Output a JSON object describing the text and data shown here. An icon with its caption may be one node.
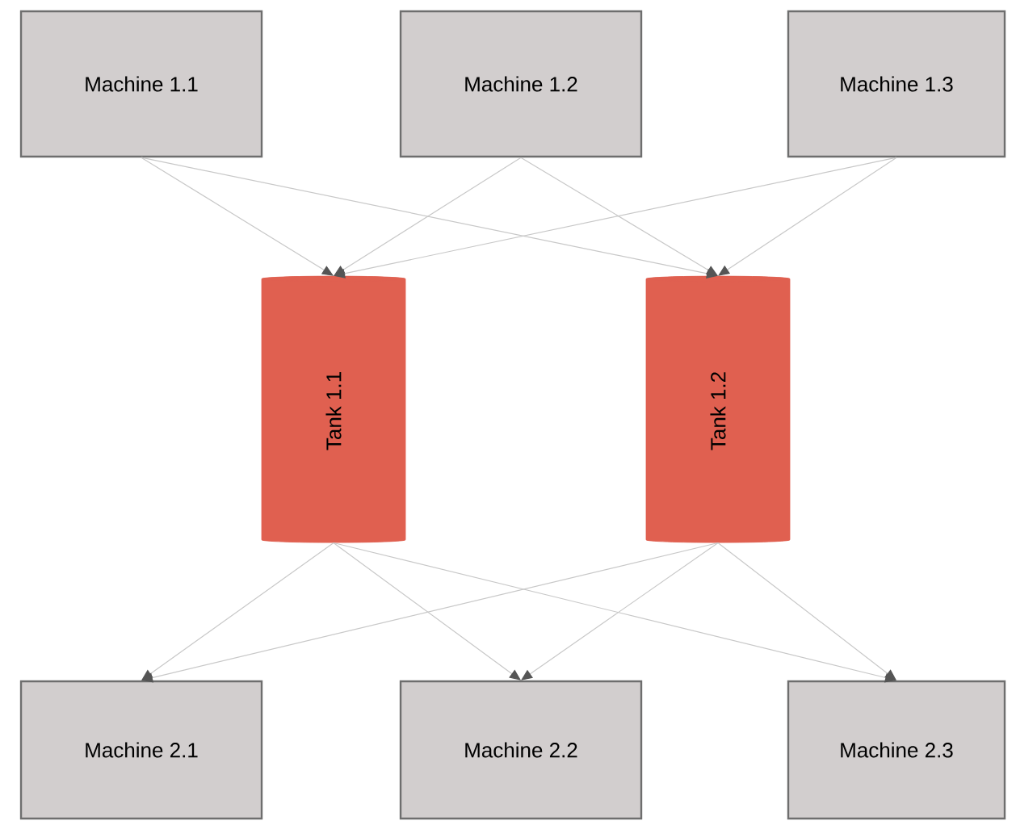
{
  "diagram": {
    "nodes": [
      {
        "text": [
          "Machine 1.1"
        ]
      },
      {
        "text": [
          "Machine 1.2"
        ]
      },
      {
        "text": [
          "Machine 1.3"
        ]
      },
      {
        "text": [
          "Tank 1.1"
        ]
      },
      {
        "text": [
          "Tank 1.2"
        ]
      },
      {
        "text": [
          "Machine 2.1"
        ]
      },
      {
        "text": [
          "Machine 2.2"
        ]
      },
      {
        "text": [
          "Machine 2.3"
        ]
      }
    ],
    "edges": [
      {
        "from": 0,
        "to": 3,
        "arrow": "to"
      },
      {
        "from": 0,
        "to": 4,
        "arrow": "to"
      },
      {
        "from": 1,
        "to": 3,
        "arrow": "to"
      },
      {
        "from": 1,
        "to": 4,
        "arrow": "to"
      },
      {
        "from": 2,
        "to": 3,
        "arrow": "to"
      },
      {
        "from": 2,
        "to": 4,
        "arrow": "to"
      },
      {
        "from": 3,
        "to": 5,
        "arrow": "to"
      },
      {
        "from": 3,
        "to": 6,
        "arrow": "to"
      },
      {
        "from": 3,
        "to": 7,
        "arrow": "to"
      },
      {
        "from": 4,
        "to": 5,
        "arrow": "to"
      },
      {
        "from": 4,
        "to": 6,
        "arrow": "to"
      },
      {
        "from": 4,
        "to": 7,
        "arrow": "to"
      }
    ]
  }
}
